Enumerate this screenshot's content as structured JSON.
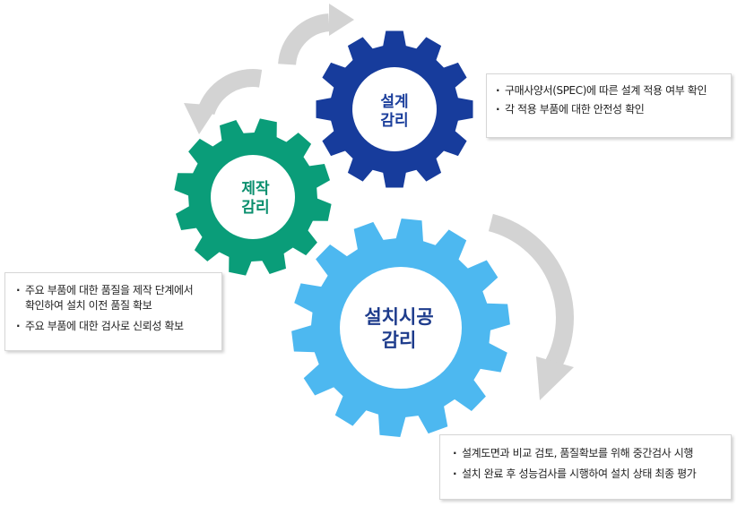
{
  "colors": {
    "design": "#173c9c",
    "design_inner": "#1a3f9f",
    "production": "#0a9d79",
    "install": "#4db8f0",
    "arrow": "#d3d3d3",
    "box_border": "#d6d6d6"
  },
  "gears": {
    "design": {
      "line1": "설계",
      "line2": "감리",
      "text_color": "#1c3f9c"
    },
    "production": {
      "line1": "제작",
      "line2": "감리",
      "text_color": "#0a8f6e"
    },
    "install": {
      "line1": "설치시공",
      "line2": "감리",
      "text_color": "#1e3c8c"
    }
  },
  "boxes": {
    "design": {
      "items": [
        "구매사양서(SPEC)에 따른 설계 적용 여부 확인",
        "각 적용 부품에 대한 안전성 확인"
      ]
    },
    "production": {
      "items": [
        "주요 부품에 대한 품질을 제작 단계에서\n확인하여 설치 이전 품질 확보",
        "주요 부품에 대한 검사로 신뢰성 확보"
      ]
    },
    "install": {
      "items": [
        "설계도면과 비교 검토, 품질확보를 위해 중간검사 시행",
        "설치 완료 후 성능검사를 시행하여 설치 상태 최종 평가"
      ]
    }
  }
}
